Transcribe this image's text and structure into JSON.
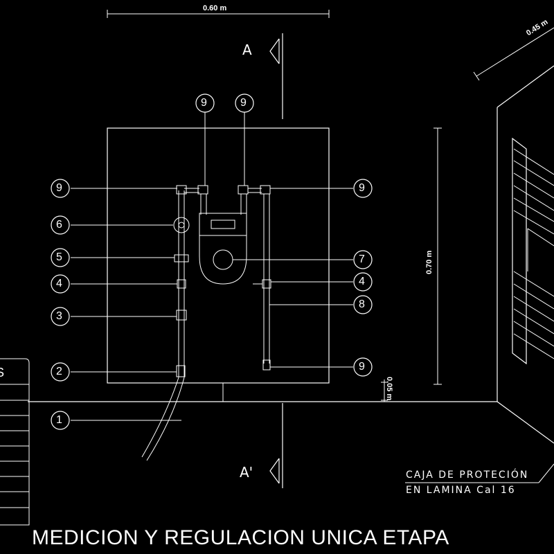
{
  "colors": {
    "background": "#000000",
    "line": "#ffffff",
    "dim": "#b0b0b0"
  },
  "dimensions": {
    "width_front": "0.60 m",
    "depth": "0.45 m",
    "height": "0.70 m",
    "offset": "0.05 m"
  },
  "section_marks": {
    "top": "A",
    "bottom": "A'"
  },
  "callouts": [
    {
      "id": "c-9-top-left",
      "label": "9"
    },
    {
      "id": "c-9-top-right",
      "label": "9"
    },
    {
      "id": "c-9-left",
      "label": "9"
    },
    {
      "id": "c-6",
      "label": "6"
    },
    {
      "id": "c-5",
      "label": "5"
    },
    {
      "id": "c-4-left",
      "label": "4"
    },
    {
      "id": "c-3",
      "label": "3"
    },
    {
      "id": "c-2",
      "label": "2"
    },
    {
      "id": "c-1",
      "label": "1"
    },
    {
      "id": "c-9-right",
      "label": "9"
    },
    {
      "id": "c-7",
      "label": "7"
    },
    {
      "id": "c-4-right",
      "label": "4"
    },
    {
      "id": "c-8",
      "label": "8"
    },
    {
      "id": "c-9-bottom-right",
      "label": "9"
    }
  ],
  "note": {
    "line1": "CAJA DE PROTECIÓN",
    "line2": "EN LAMINA Cal 16"
  },
  "table_partial_letter": "S",
  "title": "MEDICION Y REGULACION UNICA ETAPA"
}
